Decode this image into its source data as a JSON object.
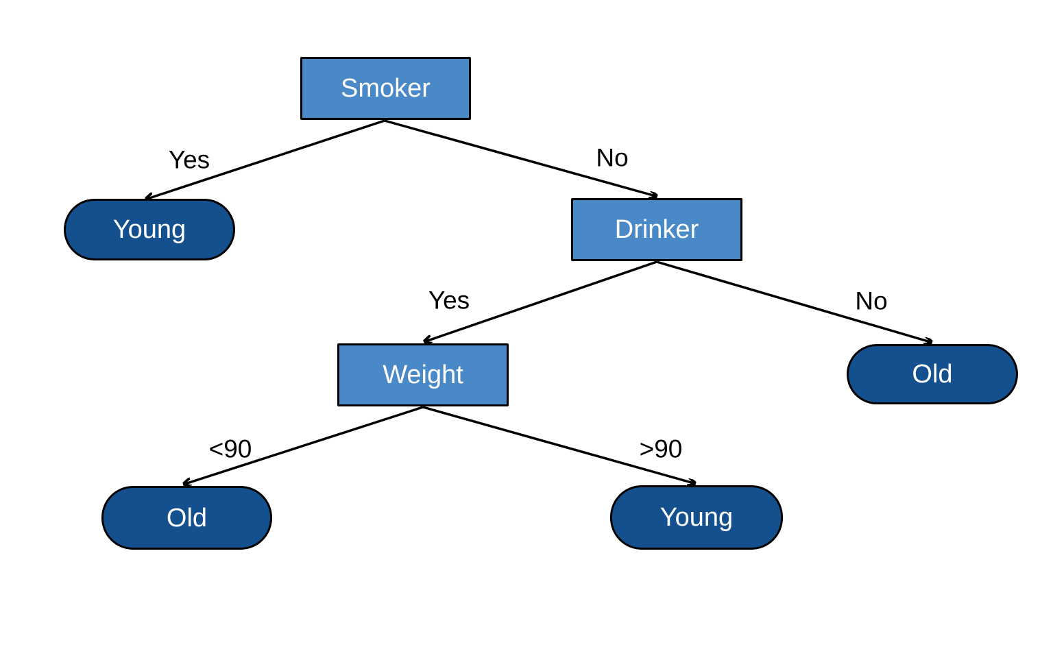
{
  "diagram": {
    "type": "decision-tree",
    "background": "#ffffff",
    "colors": {
      "decision_node_fill": "#4a89c8",
      "leaf_node_fill": "#15508e",
      "node_border": "#000000",
      "node_text": "#ffffff",
      "edge_line": "#000000",
      "edge_label_text": "#000000"
    },
    "nodes": {
      "smoker": {
        "label": "Smoker",
        "kind": "decision"
      },
      "young_left": {
        "label": "Young",
        "kind": "leaf"
      },
      "drinker": {
        "label": "Drinker",
        "kind": "decision"
      },
      "weight": {
        "label": "Weight",
        "kind": "decision"
      },
      "old_right": {
        "label": "Old",
        "kind": "leaf"
      },
      "old_bottom_left": {
        "label": "Old",
        "kind": "leaf"
      },
      "young_bottom_right": {
        "label": "Young",
        "kind": "leaf"
      }
    },
    "edges": {
      "smoker_yes": {
        "label": "Yes",
        "from": "smoker",
        "to": "young_left"
      },
      "smoker_no": {
        "label": "No",
        "from": "smoker",
        "to": "drinker"
      },
      "drinker_yes": {
        "label": "Yes",
        "from": "drinker",
        "to": "weight"
      },
      "drinker_no": {
        "label": "No",
        "from": "drinker",
        "to": "old_right"
      },
      "weight_lt90": {
        "label": "<90",
        "from": "weight",
        "to": "old_bottom_left"
      },
      "weight_gt90": {
        "label": ">90",
        "from": "weight",
        "to": "young_bottom_right"
      }
    }
  }
}
